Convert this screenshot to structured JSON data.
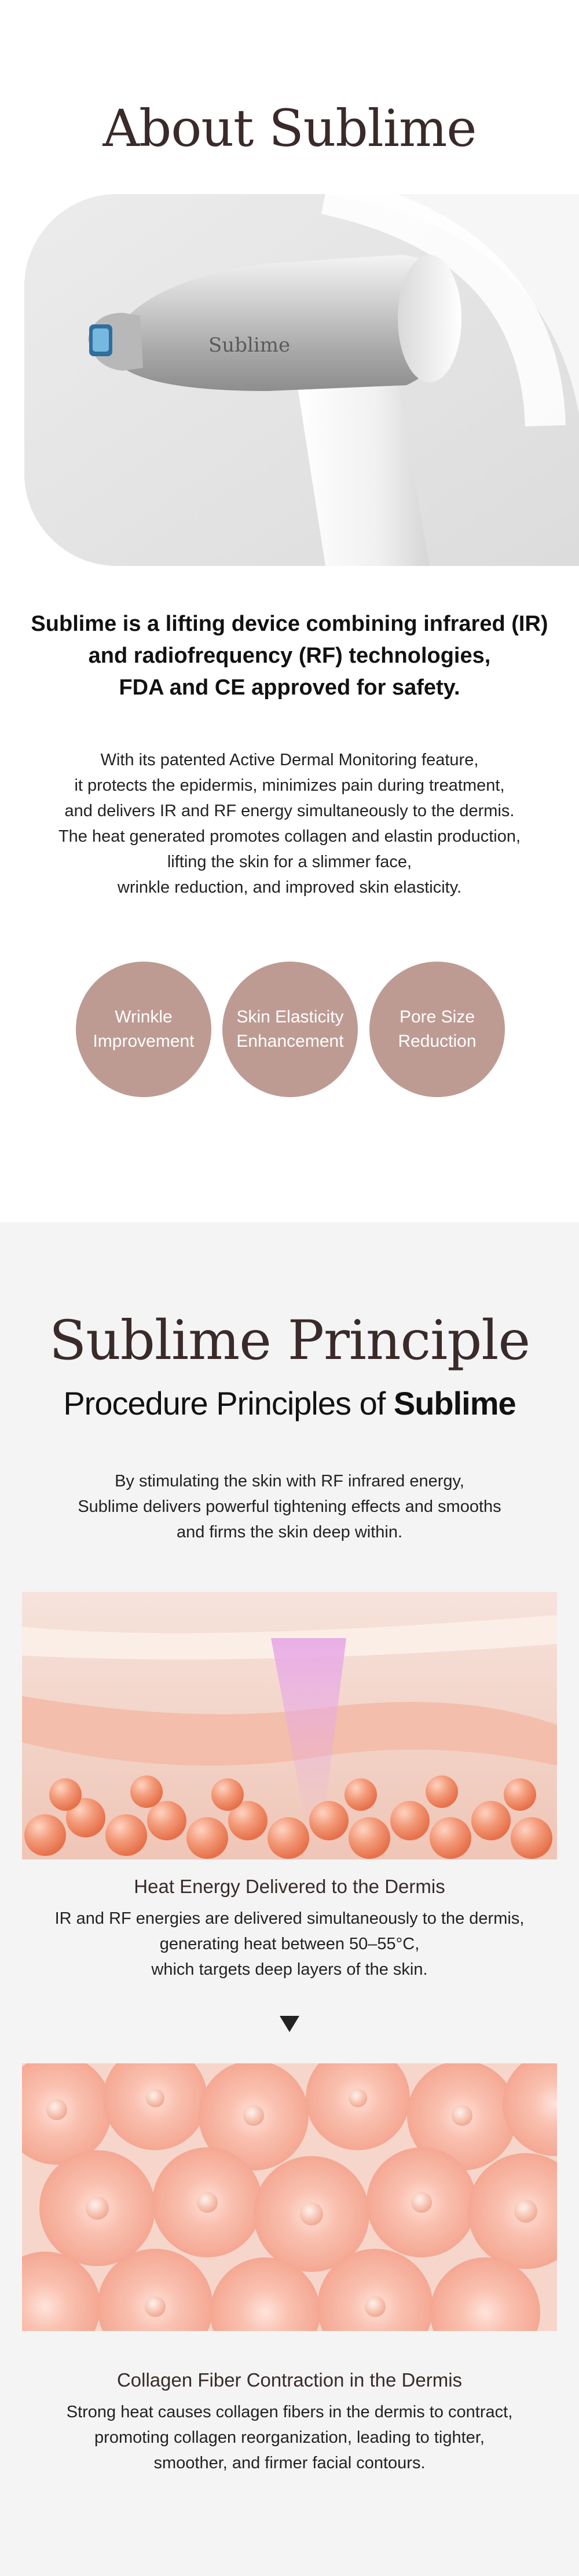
{
  "about": {
    "title_light": "About",
    "title_strong": "Sublime",
    "device_brand": "Sublime",
    "headline": [
      "Sublime is a lifting device combining infrared (IR)",
      "and radiofrequency (RF) technologies,",
      "FDA and CE approved for safety."
    ],
    "description": [
      "With its patented Active Dermal Monitoring feature,",
      "it protects the epidermis, minimizes pain during treatment,",
      "and delivers IR and RF energy simultaneously to the dermis.",
      "The heat generated promotes collagen and elastin production,",
      "lifting the skin for a slimmer face,",
      "wrinkle reduction, and improved skin elasticity."
    ],
    "benefits": [
      {
        "line1": "Wrinkle",
        "line2": "Improvement"
      },
      {
        "line1": "Skin Elasticity",
        "line2": "Enhancement"
      },
      {
        "line1": "Pore Size",
        "line2": "Reduction"
      }
    ]
  },
  "principle": {
    "title_strong": "Sublime",
    "title_light": "Principle",
    "subtitle_regular": "Procedure Principles of",
    "subtitle_strong": "Sublime",
    "intro": [
      "By stimulating the skin with RF infrared energy,",
      "Sublime delivers powerful tightening effects and smooths",
      "and firms the skin deep within."
    ],
    "steps": [
      {
        "title": "Heat Energy Delivered to the Dermis",
        "text": [
          "IR and RF energies are delivered simultaneously to the dermis,",
          "generating heat between 50–55°C,",
          "which targets deep layers of the skin."
        ]
      },
      {
        "title": "Collagen Fiber Contraction in the Dermis",
        "text": [
          "Strong heat causes collagen fibers in the dermis to contract,",
          "promoting collagen reorganization, leading to tighter,",
          "smoother, and firmer facial contours."
        ]
      }
    ]
  },
  "colors": {
    "circle_bg": "#bd9b93",
    "heading": "#3a2a2a",
    "principle_bg": "#f4f4f4"
  }
}
